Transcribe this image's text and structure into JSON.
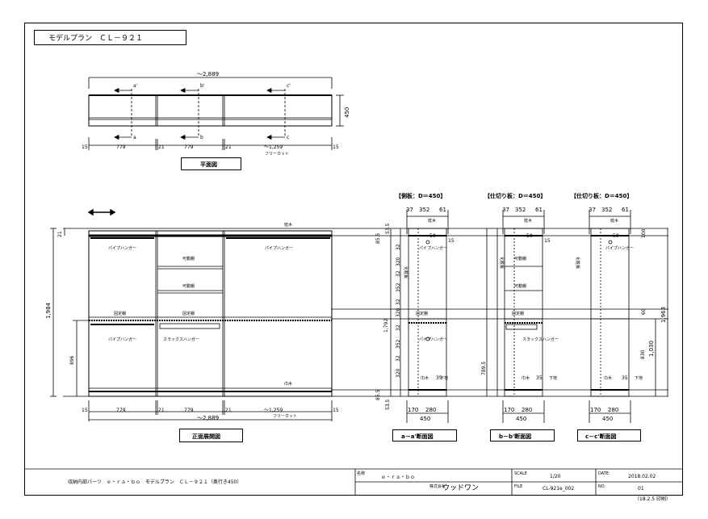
{
  "title": "モデルプラン　ＣＬ－９２１",
  "plan": {
    "overall": "～2,889",
    "dims": [
      "15",
      "779",
      "21",
      "779",
      "21",
      "～1,259",
      "15"
    ],
    "free_cut": "フリーカット",
    "depth": "450",
    "sec_a_top": "a'",
    "sec_a_bot": "a",
    "sec_b_top": "b'",
    "sec_b_bot": "b",
    "sec_c_top": "c'",
    "sec_c_bot": "c",
    "label": "平面図"
  },
  "front": {
    "overall": "～2,889",
    "dims": [
      "15",
      "779",
      "21",
      "779",
      "21",
      "～1,259",
      "15"
    ],
    "free_cut": "フリーカット",
    "h_total": "1,984",
    "h_top": "21",
    "h_lower": "896",
    "h_total_r": "1,963",
    "h_mid_r": "1,030",
    "h_low_r": "830",
    "top_board": "枕木",
    "bottom_board": "巾木",
    "pipe1": "パイプハンガー",
    "pipe2": "パイプハンガー",
    "pipe3": "パイプハンガー",
    "shelf1": "可動棚",
    "shelf2": "可動棚",
    "fixed1": "固定棚",
    "fixed2": "固定棚",
    "slacks": "スラックスハンガー",
    "label": "正面展開図"
  },
  "section_titles": [
    "【側板：D＝450】",
    "【仕切り板：D＝450】",
    "【仕切り板：D＝450】"
  ],
  "section_labels": [
    "a－a'断面図",
    "b－b'断面図",
    "c－c'断面図"
  ],
  "section_common": {
    "top_dims": [
      "37",
      "352",
      "61"
    ],
    "bot_dims": [
      "170",
      "280"
    ],
    "depth": "450",
    "top_board": "枕木",
    "bottom_board": "巾木",
    "bottom_ground": "下地",
    "v_dims_left": [
      "53.5",
      "85.5",
      "32",
      "320",
      "32",
      "352",
      "32",
      "320",
      "32",
      "352",
      "32",
      "320",
      "85.5",
      "53.5"
    ],
    "v_total": "1,792",
    "v_lower": "789.5",
    "mark_50": "50",
    "mark_15": "15",
    "mark_35": "35",
    "mark_100": "100",
    "mark_60": "60"
  },
  "section_extra": {
    "pipe_a1": "パイプハンガー",
    "pipe_a2": "パイプハンガー",
    "fixed_a": "固定棚",
    "shelf_b1": "可動棚",
    "shelf_b2": "可動棚",
    "fixed_b": "固定棚",
    "slacks_b": "スラックスハンガー",
    "pipe_c": "パイプハンガー",
    "side_a": "化粧板",
    "side_b": "化粧板",
    "side_c": "化粧板"
  },
  "titleblock": {
    "project": "収納内部パーツ　ｅ・ｒａ・ｂｏ　モデルプラン　ＣＬ－９２１（奥行き450）",
    "name_label": "名称",
    "name": "ｅ・ｒａ・ｂｏ",
    "company_label": "株式会社",
    "company": "ウッドワン",
    "scale_label": "SCALE",
    "scale": "1/20",
    "file_label": "FILE",
    "file": "CL-921e_002",
    "date_label": "DATE",
    "date": "2018.02.02",
    "no_label": "NO.",
    "no": "01",
    "footer": "（18.2.5 印刷）"
  }
}
